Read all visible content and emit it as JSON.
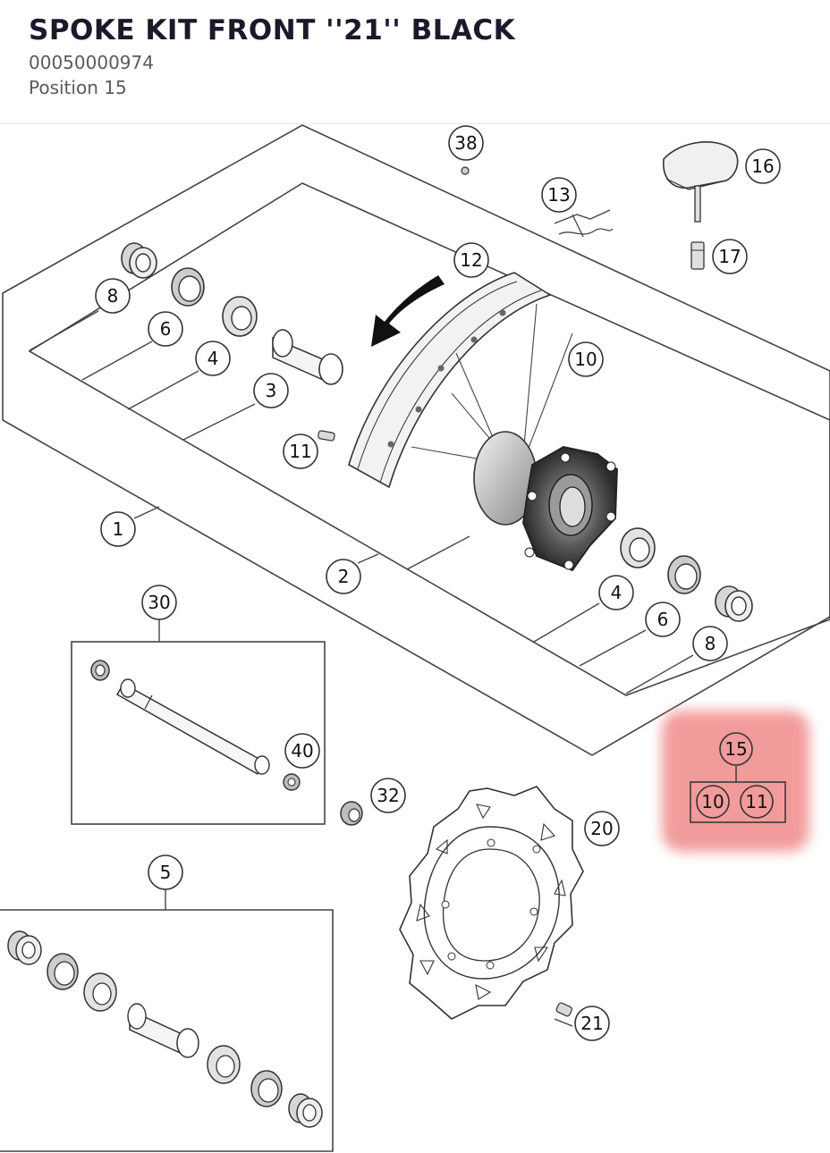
{
  "header": {
    "title": "SPOKE KIT FRONT ''21'' BLACK",
    "part_number": "00050000974",
    "position": "Position 15"
  },
  "colors": {
    "title": "#1a1a2b",
    "subtext": "#5a5a5a",
    "line": "#444444",
    "highlight": "#f08a8a"
  },
  "callouts": {
    "c1": "1",
    "c2": "2",
    "c3": "3",
    "c4a": "4",
    "c4b": "4",
    "c5": "5",
    "c6a": "6",
    "c6b": "6",
    "c8a": "8",
    "c8b": "8",
    "c10": "10",
    "c11": "11",
    "c12": "12",
    "c13": "13",
    "c16": "16",
    "c17": "17",
    "c20": "20",
    "c21": "21",
    "c30": "30",
    "c32": "32",
    "c38": "38",
    "c40": "40"
  },
  "highlighted_kit": {
    "main": "15",
    "sub1": "10",
    "sub2": "11"
  }
}
